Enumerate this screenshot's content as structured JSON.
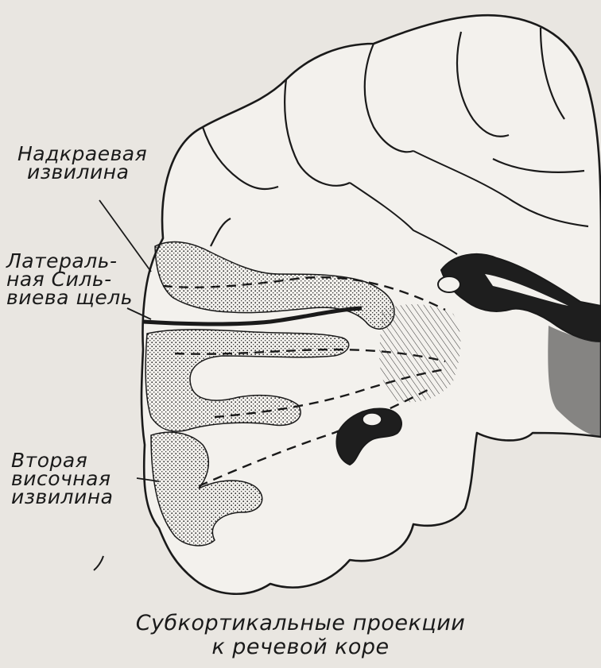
{
  "labels": {
    "supramarginal_line1": "Надкраевая",
    "supramarginal_line2": "извилина",
    "sylvian_line1": "Латераль-",
    "sylvian_line2": "ная Силь-",
    "sylvian_line3": "виева щель",
    "temporal_line1": "Вторая",
    "temporal_line2": "височная",
    "temporal_line3": "извилина"
  },
  "caption": {
    "line1": "Субкортикальные проекции",
    "line2": "к речевой коре"
  },
  "colors": {
    "background": "#e9e6e1",
    "ink": "#1a1a1a",
    "stipple": "#2a2a2a"
  }
}
